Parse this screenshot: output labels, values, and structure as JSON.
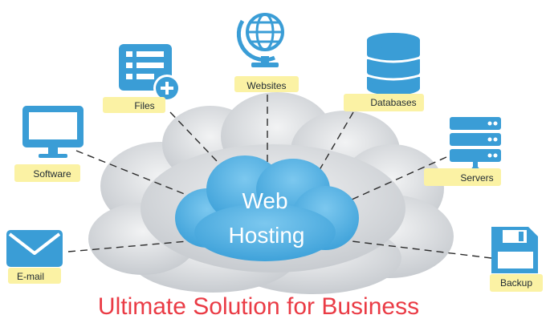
{
  "colors": {
    "icon": "#3a9dd6",
    "icon_dark": "#2b87c4",
    "cloud_main": "#5ab4e3",
    "cloud_grey": "#d3d6da",
    "highlight": "#fbf2a4",
    "title": "#ea3b45",
    "line": "#2c2c2c"
  },
  "center": {
    "line1": "Web",
    "line2": "Hosting"
  },
  "tagline": "Ultimate Solution for Business",
  "nodes": [
    {
      "id": "files",
      "label": "Files",
      "icon": "file-list-add-icon"
    },
    {
      "id": "websites",
      "label": "Websites",
      "icon": "globe-icon"
    },
    {
      "id": "databases",
      "label": "Databases",
      "icon": "database-icon"
    },
    {
      "id": "software",
      "label": "Software",
      "icon": "monitor-icon"
    },
    {
      "id": "servers",
      "label": "Servers",
      "icon": "server-rack-icon"
    },
    {
      "id": "email",
      "label": "E-mail",
      "icon": "envelope-icon"
    },
    {
      "id": "backup",
      "label": "Backup",
      "icon": "floppy-disk-icon"
    }
  ]
}
